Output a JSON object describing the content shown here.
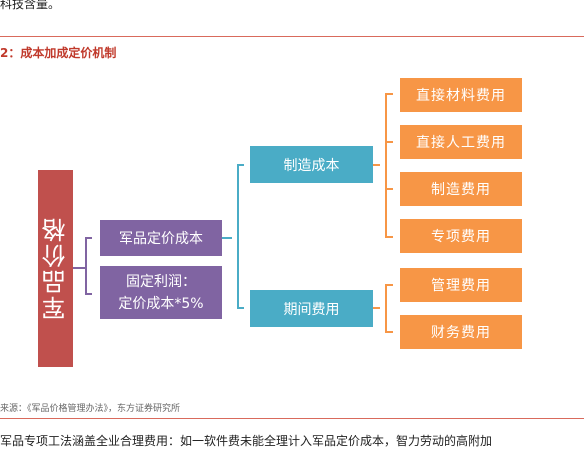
{
  "top_text": "科技含量。",
  "figure_title": "2：成本加成定价机制",
  "root_label": "军品价格",
  "mid_boxes": {
    "cost": "军品定价成本",
    "profit_line1": "固定利润：",
    "profit_line2": "定价成本*5%"
  },
  "second_boxes": {
    "manufacturing_cost": "制造成本",
    "period_expense": "期间费用"
  },
  "leaf_boxes": {
    "direct_material": "直接材料费用",
    "direct_labor": "直接人工费用",
    "manufacturing_expense": "制造费用",
    "special_expense": "专项费用",
    "management_expense": "管理费用",
    "financial_expense": "财务费用"
  },
  "source_text": "来源：《军品价格管理办法》，东方证券研究所",
  "bottom_text": "军品专项工法涵盖全业合理费用：如一软件费未能全理计入军品定价成本，智力劳动的高附加",
  "colors": {
    "root": "#c0504d",
    "purple": "#8064a2",
    "blue": "#4aacc6",
    "orange": "#f79646",
    "title_red": "#c0392b"
  }
}
